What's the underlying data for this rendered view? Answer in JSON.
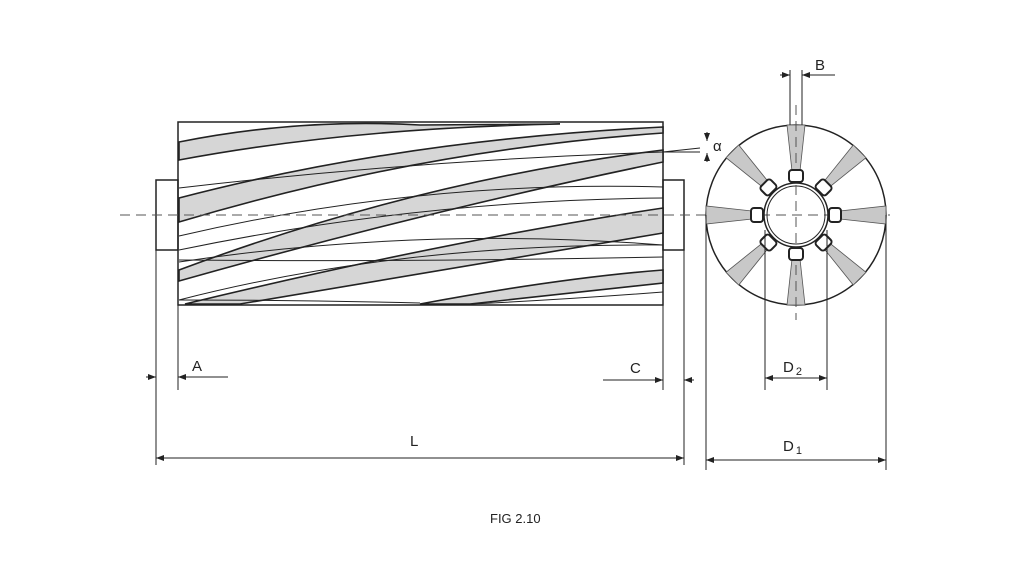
{
  "figure": {
    "caption": "FIG 2.10",
    "labels": {
      "A": "A",
      "B": "B",
      "C": "C",
      "L": "L",
      "alpha": "α",
      "D2": "D",
      "D2_sub": "2",
      "D1": "D",
      "D1_sub": "1"
    }
  }
}
